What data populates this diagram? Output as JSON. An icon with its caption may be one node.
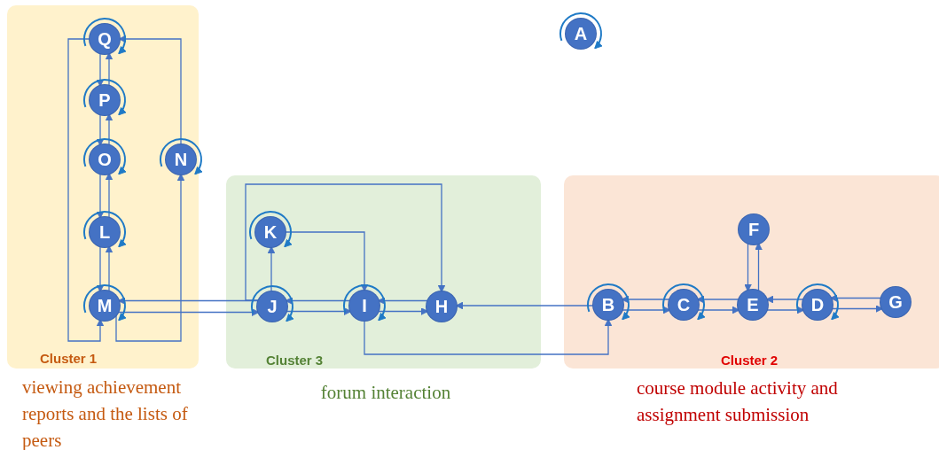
{
  "diagram": {
    "nodes": [
      {
        "text": [
          "Cluster 1"
        ],
        "beside": [
          "viewing achievement reports and the lists of peers"
        ]
      },
      {
        "text": [
          "Q"
        ],
        "in": 0
      },
      {
        "text": [
          "P"
        ],
        "in": 0
      },
      {
        "text": [
          "O"
        ],
        "in": 0
      },
      {
        "text": [
          "N"
        ],
        "in": 0
      },
      {
        "text": [
          "L"
        ],
        "in": 0
      },
      {
        "text": [
          "M"
        ],
        "in": 0
      },
      {
        "text": [
          "A"
        ]
      },
      {
        "text": [
          "Cluster 3"
        ],
        "beside": [
          "forum interaction"
        ]
      },
      {
        "text": [
          "K"
        ],
        "in": 8
      },
      {
        "text": [
          "J"
        ],
        "in": 8
      },
      {
        "text": [
          "I"
        ],
        "in": 8
      },
      {
        "text": [
          "H"
        ],
        "in": 8
      },
      {
        "text": [
          "Cluster 2"
        ],
        "beside": [
          "course module activity and assignment submission"
        ]
      },
      {
        "text": [
          "F"
        ],
        "in": 13
      },
      {
        "text": [
          "B"
        ],
        "in": 13
      },
      {
        "text": [
          "C"
        ],
        "in": 13
      },
      {
        "text": [
          "E"
        ],
        "in": 13
      },
      {
        "text": [
          "D"
        ],
        "in": 13
      },
      {
        "text": [
          "G"
        ],
        "in": 13
      }
    ],
    "edges": [
      {
        "from": 1,
        "to": 2,
        "arrow": "to"
      },
      {
        "from": 2,
        "to": 1,
        "arrow": "to"
      },
      {
        "from": 2,
        "to": 3,
        "arrow": "to"
      },
      {
        "from": 3,
        "to": 2,
        "arrow": "to"
      },
      {
        "from": 3,
        "to": 5,
        "arrow": "to"
      },
      {
        "from": 5,
        "to": 3,
        "arrow": "to"
      },
      {
        "from": 6,
        "to": 5,
        "arrow": "to"
      },
      {
        "from": 5,
        "to": 6,
        "arrow": "to"
      },
      {
        "from": 1,
        "to": 6,
        "arrow": "to"
      },
      {
        "from": 6,
        "to": 4,
        "arrow": "to"
      },
      {
        "from": 4,
        "to": 1,
        "arrow": "to"
      },
      {
        "from": 10,
        "to": 6,
        "arrow": "to"
      },
      {
        "from": 6,
        "to": 10,
        "arrow": "to"
      },
      {
        "from": 10,
        "to": 9,
        "arrow": "to"
      },
      {
        "from": 10,
        "to": 12,
        "arrow": "to"
      },
      {
        "from": 9,
        "to": 11,
        "arrow": "to"
      },
      {
        "from": 11,
        "to": 10,
        "arrow": "to"
      },
      {
        "from": 10,
        "to": 11,
        "arrow": "to"
      },
      {
        "from": 12,
        "to": 11,
        "arrow": "to"
      },
      {
        "from": 11,
        "to": 12,
        "arrow": "to"
      },
      {
        "from": 15,
        "to": 12,
        "arrow": "to"
      },
      {
        "from": 11,
        "to": 15,
        "arrow": "to"
      },
      {
        "from": 16,
        "to": 15,
        "arrow": "to"
      },
      {
        "from": 15,
        "to": 16,
        "arrow": "to"
      },
      {
        "from": 17,
        "to": 16,
        "arrow": "to"
      },
      {
        "from": 16,
        "to": 17,
        "arrow": "to"
      },
      {
        "from": 14,
        "to": 17,
        "arrow": "to"
      },
      {
        "from": 17,
        "to": 14,
        "arrow": "to"
      },
      {
        "from": 18,
        "to": 17,
        "arrow": "to"
      },
      {
        "from": 17,
        "to": 18,
        "arrow": "to"
      },
      {
        "from": 19,
        "to": 18,
        "arrow": "to"
      },
      {
        "from": 18,
        "to": 19,
        "arrow": "to"
      },
      {
        "from": 1,
        "to": 1,
        "arrow": "to",
        "color": "#1f7ac6"
      },
      {
        "from": 2,
        "to": 2,
        "arrow": "to",
        "color": "#1f7ac6"
      },
      {
        "from": 3,
        "to": 3,
        "arrow": "to",
        "color": "#1f7ac6"
      },
      {
        "from": 4,
        "to": 4,
        "arrow": "to",
        "color": "#1f7ac6"
      },
      {
        "from": 5,
        "to": 5,
        "arrow": "to",
        "color": "#1f7ac6"
      },
      {
        "from": 6,
        "to": 6,
        "arrow": "to",
        "color": "#1f7ac6"
      },
      {
        "from": 7,
        "to": 7,
        "arrow": "to",
        "color": "#1f7ac6"
      },
      {
        "from": 9,
        "to": 9,
        "arrow": "to",
        "color": "#1f7ac6"
      },
      {
        "from": 10,
        "to": 10,
        "arrow": "to",
        "color": "#1f7ac6"
      },
      {
        "from": 11,
        "to": 11,
        "arrow": "to",
        "color": "#1f7ac6"
      },
      {
        "from": 15,
        "to": 15,
        "arrow": "to",
        "color": "#1f7ac6"
      },
      {
        "from": 16,
        "to": 16,
        "arrow": "to",
        "color": "#1f7ac6"
      },
      {
        "from": 18,
        "to": 18,
        "arrow": "to",
        "color": "#1f7ac6"
      }
    ]
  }
}
